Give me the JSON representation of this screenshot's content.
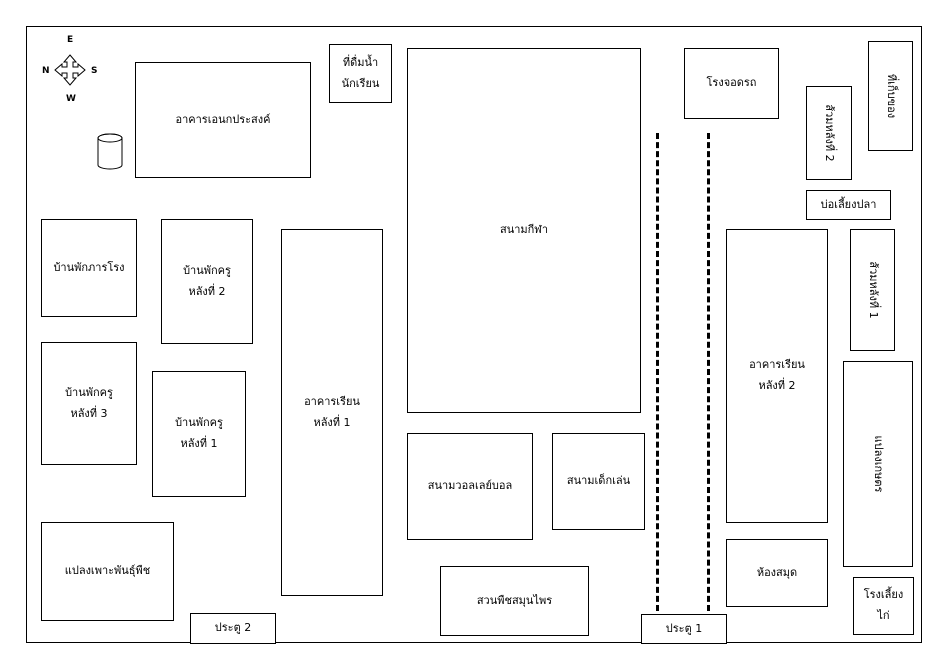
{
  "compass": {
    "top": "E",
    "left": "N",
    "right": "S",
    "bottom": "W"
  },
  "buildings": {
    "multipurpose": "อาคารเอนกประสงค์",
    "drinking_water": [
      "ที่ดื่มน้ำ",
      "นักเรียน"
    ],
    "sports_field": "สนามกีฬา",
    "parking": "โรงจอดรถ",
    "restroom_2": "ส้วมหลังที่ 2",
    "storage": "ที่เก็บของ",
    "fish_pond": "บ่อเลี้ยงปลา",
    "principal_house": "บ้านพักภารโรง",
    "teacher_house_2": [
      "บ้านพักครู",
      "หลังที่ 2"
    ],
    "teacher_house_3": [
      "บ้านพักครู",
      "หลังที่ 3"
    ],
    "teacher_house_1": [
      "บ้านพักครู",
      "หลังที่ 1"
    ],
    "classroom_1": [
      "อาคารเรียน",
      "หลังที่ 1"
    ],
    "classroom_2": [
      "อาคารเรียน",
      "หลังที่ 2"
    ],
    "restroom_1": "ส้วมหลังที่ 1",
    "agri_plot": "แปลงเกษตร",
    "volleyball": "สนามวอลเลย์บอล",
    "playground": "สนามเด็กเล่น",
    "seedling_plot": "แปลงเพาะพันธุ์พืช",
    "herb_garden": "สวนพืชสมุนไพร",
    "library": "ห้องสมุด",
    "chicken_coop": [
      "โรงเลี้ยง",
      "ไก่"
    ],
    "gate_1": "ประตู 1",
    "gate_2": "ประตู 2"
  }
}
